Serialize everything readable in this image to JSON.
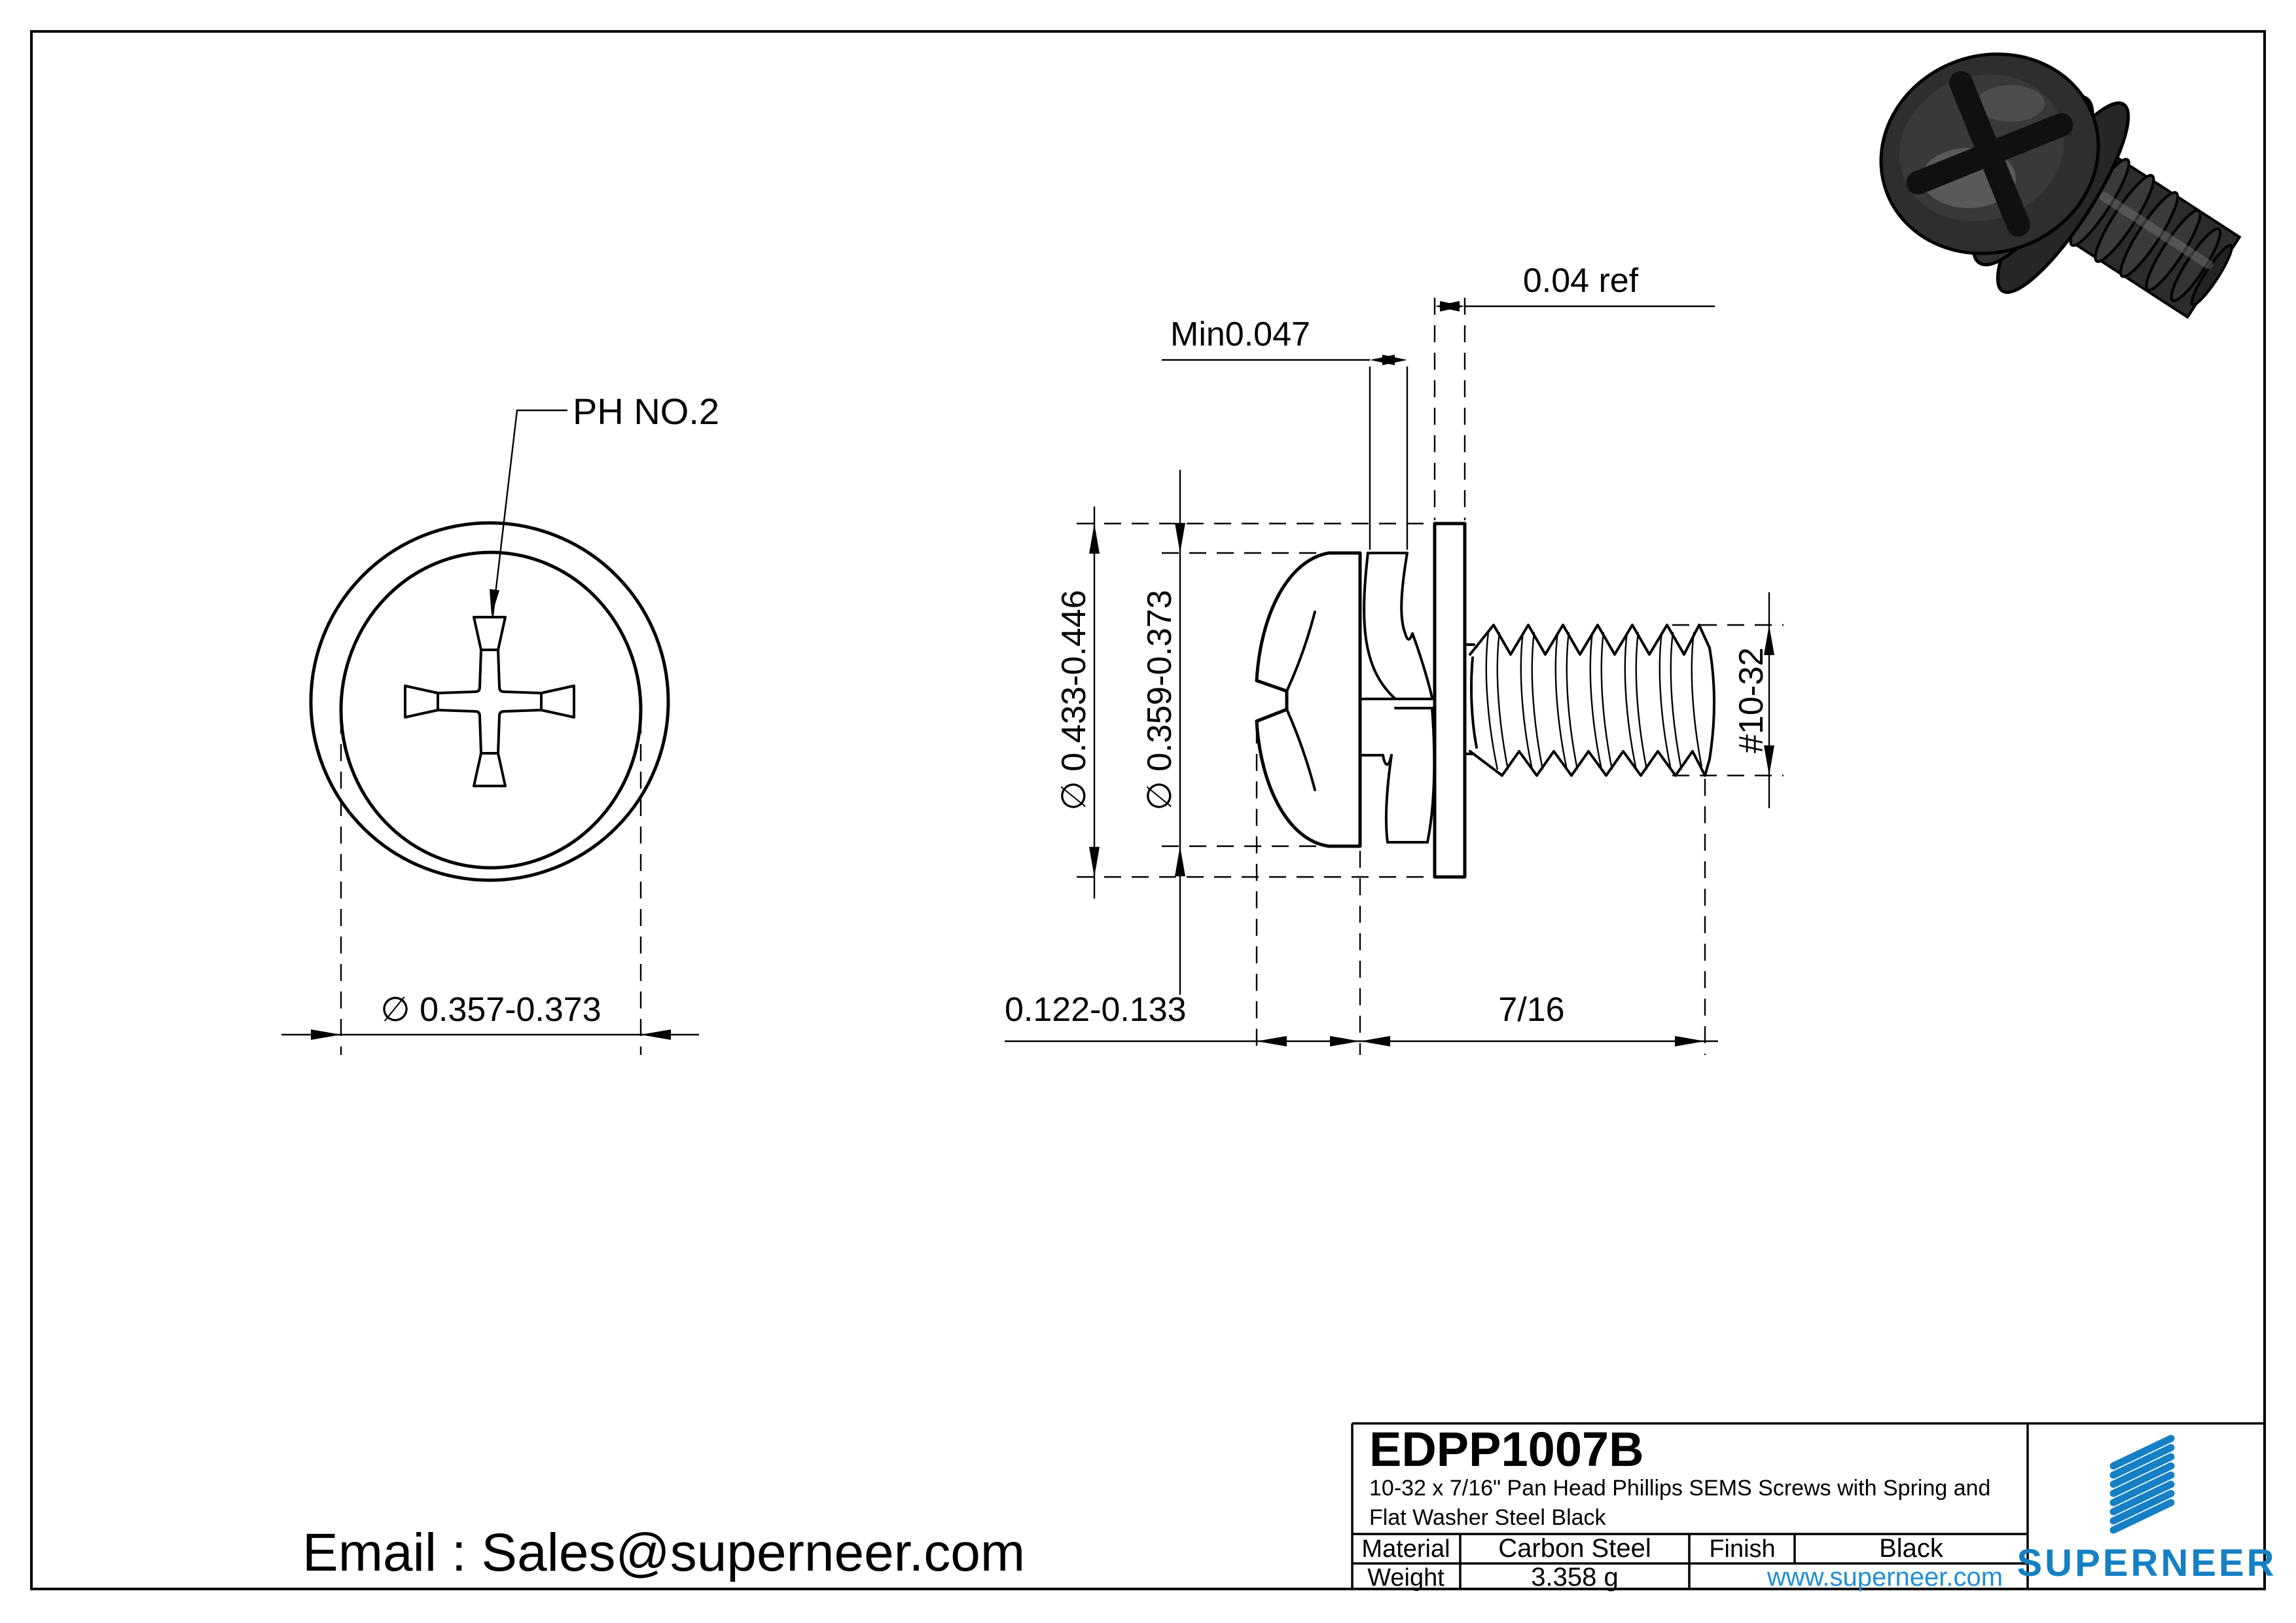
{
  "front_view": {
    "callout": "PH NO.2",
    "dim_head_diameter": "∅ 0.357-0.373"
  },
  "side_view": {
    "dim_washer_od": "∅ 0.433-0.446",
    "dim_head_od": "∅ 0.359-0.373",
    "dim_spring_min": "Min0.047",
    "dim_washer_ref": "0.04 ref",
    "dim_head_height": "0.122-0.133",
    "dim_thread_length": "7/16",
    "dim_thread_spec": "#10-32"
  },
  "footer": {
    "email": "Email : Sales@superneer.com"
  },
  "title_block": {
    "part_number": "EDPP1007B",
    "description_line1": "10-32 x 7/16\" Pan Head Phillips SEMS Screws with Spring and",
    "description_line2": "Flat Washer Steel Black",
    "material_label": "Material",
    "material_value": "Carbon Steel",
    "finish_label": "Finish",
    "finish_value": "Black",
    "weight_label": "Weight",
    "weight_value": "3.358 g",
    "website": "www.superneer.com",
    "brand": "SUPERNEER"
  },
  "colors": {
    "ink": "#000000",
    "brand_blue": "#1580c4",
    "link_blue": "#1e8fd5",
    "render_dark": "#2e2e2e"
  }
}
